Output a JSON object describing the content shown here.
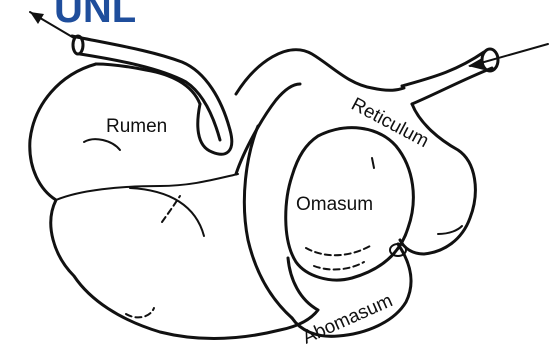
{
  "banner_text": "UNL",
  "colors": {
    "banner": "#1f4e9c",
    "line": "#111111",
    "background": "#ffffff"
  },
  "labels": {
    "rumen": "Rumen",
    "reticulum": "Reticulum",
    "omasum": "Omasum",
    "abomasum": "Abomasum"
  },
  "arrows": [
    "exit-arrow",
    "entry-arrow"
  ]
}
